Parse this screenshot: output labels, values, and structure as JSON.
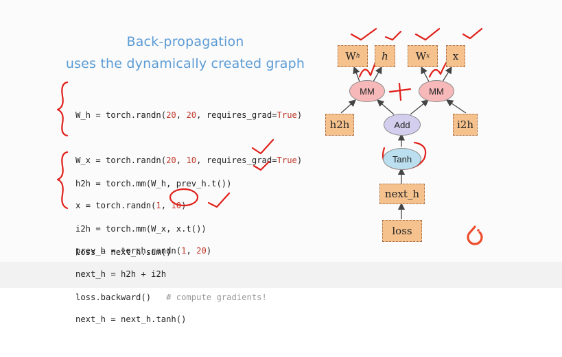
{
  "title": {
    "line1": "Back-propagation",
    "line2": "uses the dynamically created graph"
  },
  "code": {
    "block1": [
      {
        "pre": "W_h = torch.randn(",
        "a": "20",
        "m": ", ",
        "b": "20",
        "post": ", requires_grad=",
        "kw": "True",
        "end": ")"
      },
      {
        "pre": "W_x = torch.randn(",
        "a": "20",
        "m": ", ",
        "b": "10",
        "post": ", requires_grad=",
        "kw": "True",
        "end": ")"
      },
      {
        "pre": "x = torch.randn(",
        "a": "1",
        "m": ", ",
        "b": "10",
        "post": ")",
        "kw": "",
        "end": ""
      },
      {
        "pre": "prev_h = torch.randn(",
        "a": "1",
        "m": ", ",
        "b": "20",
        "post": ")",
        "kw": "",
        "end": ""
      }
    ],
    "block2": [
      "h2h = torch.mm(W_h, prev_h.t())",
      "i2h = torch.mm(W_x, x.t())",
      "next_h = h2h + i2h",
      "next_h = next_h.tanh()"
    ],
    "block3_line1": "loss = next_h.sum()",
    "block3_line2": "loss.backward()",
    "block3_comment": "# compute gradients!"
  },
  "graph": {
    "nodes": {
      "wh": "W",
      "wh_sub": "h",
      "h": "h",
      "wx": "W",
      "wx_sub": "x",
      "x": "x",
      "mm_left": "MM",
      "mm_right": "MM",
      "h2h": "h2h",
      "i2h": "i2h",
      "add": "Add",
      "tanh": "Tanh",
      "next_h": "next_h",
      "loss": "loss"
    }
  },
  "colors": {
    "title": "#5b9bd5",
    "square_node_fill": "#f5c28e",
    "mm_fill": "#f6b8b8",
    "add_fill": "#d3cdee",
    "tanh_fill": "#bcdff0",
    "annotation": "#e0201a",
    "logo": "#ee4c2c"
  },
  "icons": {
    "logo": "pytorch-logo-icon"
  }
}
